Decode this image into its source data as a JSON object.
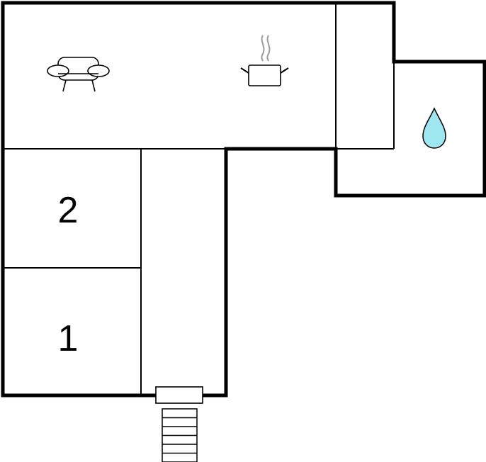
{
  "rooms": [
    {
      "number": "2",
      "kind": "bedroom"
    },
    {
      "number": "1",
      "kind": "bedroom"
    }
  ],
  "icons": {
    "living_room": "sofa-icon",
    "kitchen": "cooking-pot-icon",
    "bathroom": "water-drop-icon",
    "entrance": "entrance-stairs-icon"
  },
  "colors": {
    "wall": "#000000",
    "background": "#ffffff",
    "water": "#9ee6f0",
    "steam": "#9a9a9a"
  }
}
